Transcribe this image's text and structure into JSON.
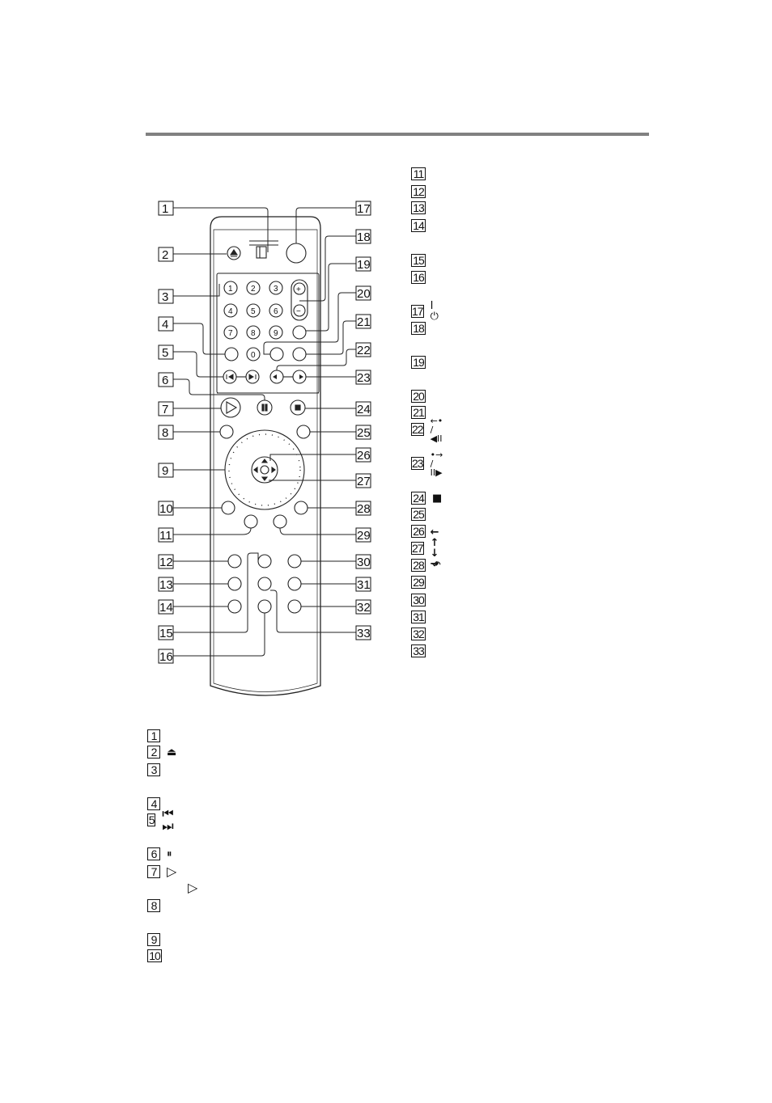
{
  "callouts": {
    "left": [
      "1",
      "2",
      "3",
      "4",
      "5",
      "6",
      "7",
      "8",
      "9",
      "10",
      "11",
      "12",
      "13",
      "14",
      "15",
      "16"
    ],
    "right": [
      "17",
      "18",
      "19",
      "20",
      "21",
      "22",
      "23",
      "24",
      "25",
      "26",
      "27",
      "28",
      "29",
      "30",
      "31",
      "32",
      "33"
    ]
  },
  "keypad": [
    "1",
    "2",
    "3",
    "4",
    "5",
    "6",
    "7",
    "8",
    "9",
    "0"
  ],
  "volume": {
    "plus": "+",
    "minus": "−"
  },
  "legend_left": [
    {
      "num": "1",
      "symbol": ""
    },
    {
      "num": "2",
      "symbol": "⏏"
    },
    {
      "num": "3",
      "symbol": ""
    },
    {
      "num": "4",
      "symbol": ""
    },
    {
      "num": "5",
      "symbol": "⏮ ⏭"
    },
    {
      "num": "6",
      "symbol": "⏸"
    },
    {
      "num": "7",
      "symbol": "▷"
    },
    {
      "num": "",
      "symbol": "▷"
    },
    {
      "num": "8",
      "symbol": ""
    },
    {
      "num": "9",
      "symbol": ""
    },
    {
      "num": "10",
      "symbol": ""
    }
  ],
  "legend_right": [
    {
      "num": "11",
      "symbol": ""
    },
    {
      "num": "12",
      "symbol": ""
    },
    {
      "num": "13",
      "symbol": ""
    },
    {
      "num": "14",
      "symbol": ""
    },
    {
      "num": "15",
      "symbol": ""
    },
    {
      "num": "16",
      "symbol": ""
    },
    {
      "num": "17",
      "symbol": "I ⏻"
    },
    {
      "num": "18",
      "symbol": ""
    },
    {
      "num": "19",
      "symbol": ""
    },
    {
      "num": "20",
      "symbol": ""
    },
    {
      "num": "21",
      "symbol": ""
    },
    {
      "num": "22",
      "symbol": "←• / ◀II"
    },
    {
      "num": "23",
      "symbol": "•→ / II▶"
    },
    {
      "num": "24",
      "symbol": "■"
    },
    {
      "num": "25",
      "symbol": ""
    },
    {
      "num": "26",
      "symbol": ""
    },
    {
      "num": "27",
      "symbol": "← ↑ ↓ →"
    },
    {
      "num": "28",
      "symbol": "↶"
    },
    {
      "num": "29",
      "symbol": ""
    },
    {
      "num": "30",
      "symbol": ""
    },
    {
      "num": "31",
      "symbol": ""
    },
    {
      "num": "32",
      "symbol": ""
    },
    {
      "num": "33",
      "symbol": ""
    }
  ]
}
